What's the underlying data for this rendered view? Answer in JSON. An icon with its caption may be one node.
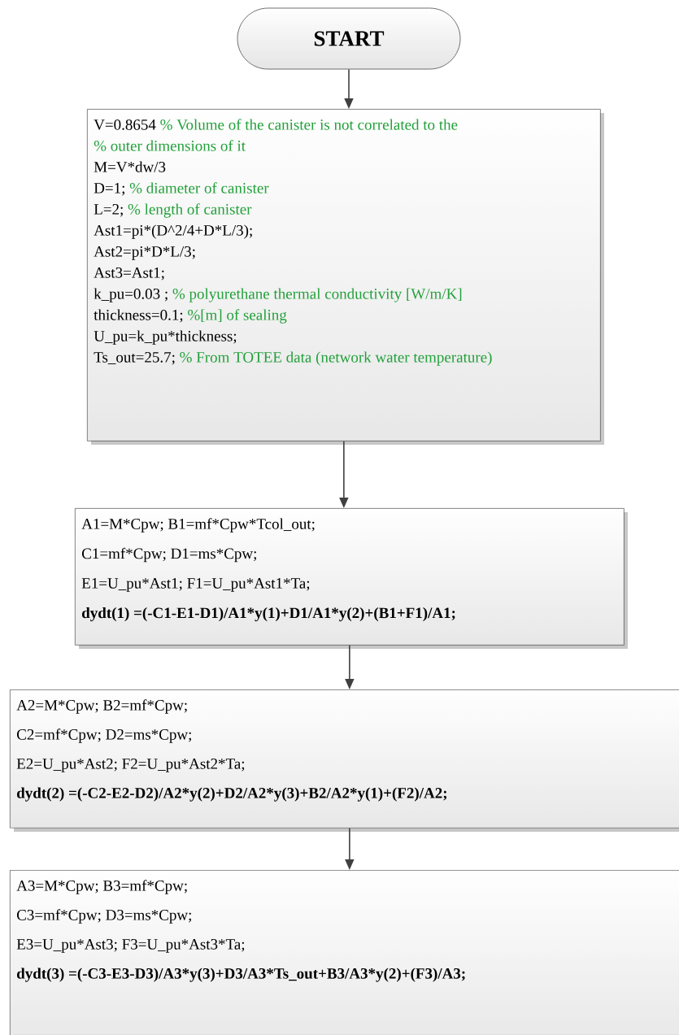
{
  "diagram": {
    "nodes": [
      {
        "text": [
          "START"
        ]
      },
      {
        "text": [
          "V=0.8654",
          "% Volume of the canister is not correlated to the",
          "% outer dimensions of it",
          "M=V*dw/3",
          "D=1;",
          "% diameter of canister",
          "L=2;",
          "% length of canister",
          "Ast1=pi*(D^2/4+D*L/3);",
          "Ast2=pi*D*L/3;",
          "Ast3=Ast1;",
          "k_pu=0.03 ;",
          "% polyurethane thermal conductivity [W/m/K]",
          "thickness=0.1;",
          "%[m] of sealing",
          "U_pu=k_pu*thickness;",
          "Ts_out=25.7;",
          "% From TOTEE data (network water temperature)"
        ]
      },
      {
        "text": [
          "A1=M*Cpw; B1=mf*Cpw*Tcol_out;",
          "C1=mf*Cpw; D1=ms*Cpw;",
          "E1=U_pu*Ast1; F1=U_pu*Ast1*Ta;",
          "dydt(1) =(-C1-E1-D1)/A1*y(1)+D1/A1*y(2)+(B1+F1)/A1;"
        ]
      },
      {
        "text": [
          "A2=M*Cpw; B2=mf*Cpw;",
          "C2=mf*Cpw; D2=ms*Cpw;",
          "E2=U_pu*Ast2; F2=U_pu*Ast2*Ta;",
          "dydt(2) =(-C2-E2-D2)/A2*y(2)+D2/A2*y(3)+B2/A2*y(1)+(F2)/A2;"
        ]
      },
      {
        "text": [
          "A3=M*Cpw; B3=mf*Cpw;",
          "C3=mf*Cpw; D3=ms*Cpw;",
          "E3=U_pu*Ast3; F3=U_pu*Ast3*Ta;",
          "dydt(3) =(-C3-E3-D3)/A3*y(3)+D3/A3*Ts_out+B3/A3*y(2)+(F3)/A3;"
        ]
      }
    ],
    "edges": [
      {
        "from": 0,
        "to": 1,
        "arrow": "to"
      },
      {
        "from": 1,
        "to": 2,
        "arrow": "to"
      },
      {
        "from": 2,
        "to": 3,
        "arrow": "to"
      },
      {
        "from": 3,
        "to": 4,
        "arrow": "to"
      }
    ]
  }
}
